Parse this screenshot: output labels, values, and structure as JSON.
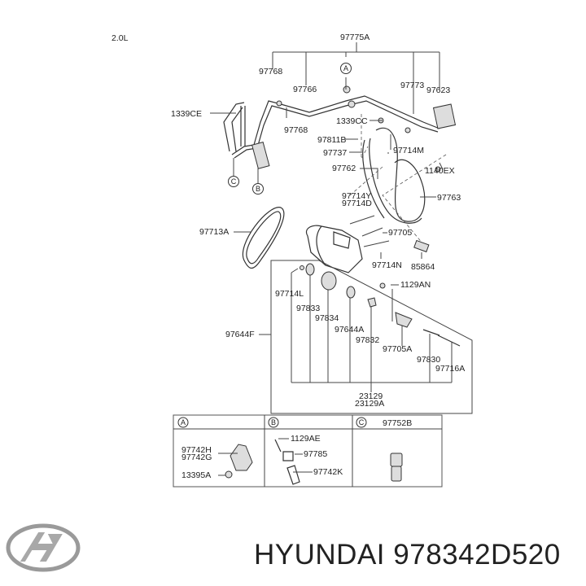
{
  "diagram": {
    "engine_label": "2.0L",
    "assembly_label": "97775A",
    "callouts": {
      "a": "A",
      "b": "B",
      "c": "C"
    },
    "part_labels": {
      "p97768_top": "97768",
      "p97766": "97766",
      "p97773": "97773",
      "p97623": "97623",
      "p1339CE": "1339CE",
      "p97768_low": "97768",
      "p1339CC": "1339CC",
      "p97811B": "97811B",
      "p97737": "97737",
      "p97714M": "97714M",
      "p1140EX": "1140EX",
      "p97762": "97762",
      "p97714Y": "97714Y",
      "p97714D": "97714D",
      "p97763": "97763",
      "p97713A": "97713A",
      "p97705": "97705",
      "p97714N": "97714N",
      "p85864": "85864",
      "p1129AN": "1129AN",
      "p97714L": "97714L",
      "p97833": "97833",
      "p97834": "97834",
      "p97644A": "97644A",
      "p97832": "97832",
      "p97644F": "97644F",
      "p97705A": "97705A",
      "p97830": "97830",
      "p97716A": "97716A",
      "p23129": "23129",
      "p23129A": "23129A"
    },
    "detail_table": {
      "a": {
        "header": "A",
        "labels": [
          "97742H",
          "97742G",
          "13395A"
        ]
      },
      "b": {
        "header": "B",
        "labels": [
          "1129AE",
          "97785",
          "97742K"
        ]
      },
      "c": {
        "header": "C",
        "part": "97752B"
      }
    }
  },
  "footer": {
    "brand": "HYUNDAI",
    "part_number": "978342D520",
    "logo_icon": "hyundai-logo-icon"
  }
}
